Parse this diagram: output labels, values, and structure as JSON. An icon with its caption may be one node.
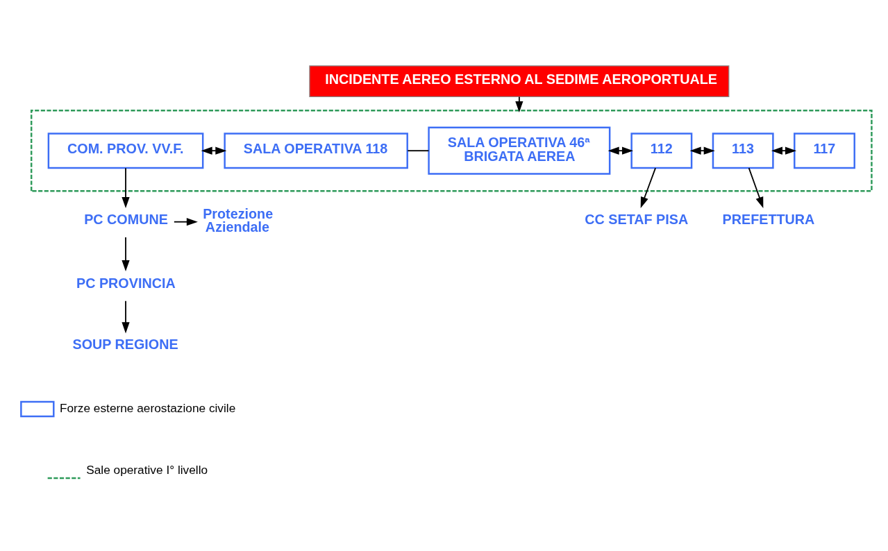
{
  "diagram": {
    "nodes": [
      {
        "text": [
          "INCIDENTE AEREO ESTERNO AL SEDIME AEROPORTUALE"
        ]
      },
      {
        "text": [],
        "shape": "box"
      },
      {
        "text": [
          "COM. PROV. VV.F."
        ],
        "in": 1
      },
      {
        "text": [
          "SALA OPERATIVA 118"
        ],
        "in": 1
      },
      {
        "text": [
          "SALA OPERATIVA 46ª BRIGATA AEREA"
        ],
        "in": 1
      },
      {
        "text": [
          "112"
        ],
        "in": 1
      },
      {
        "text": [
          "113"
        ],
        "in": 1
      },
      {
        "text": [
          "117"
        ],
        "in": 1
      },
      {
        "text": [
          "PC COMUNE"
        ]
      },
      {
        "text": [
          "Protezione Aziendale"
        ]
      },
      {
        "text": [
          "PC PROVINCIA"
        ]
      },
      {
        "text": [
          "SOUP REGIONE"
        ]
      },
      {
        "text": [
          "CC SETAF PISA"
        ]
      },
      {
        "text": [
          "PREFETTURA"
        ]
      }
    ],
    "edges": [
      {
        "from": 0,
        "to": 1,
        "arrow": "to"
      },
      {
        "from": 2,
        "to": 3,
        "arrow": "both"
      },
      {
        "from": 3,
        "to": 4,
        "arrow": "none"
      },
      {
        "from": 4,
        "to": 5,
        "arrow": "both"
      },
      {
        "from": 5,
        "to": 6,
        "arrow": "both"
      },
      {
        "from": 6,
        "to": 7,
        "arrow": "both"
      },
      {
        "from": 2,
        "to": 8,
        "arrow": "to"
      },
      {
        "from": 8,
        "to": 9,
        "arrow": "to"
      },
      {
        "from": 8,
        "to": 10,
        "arrow": "to"
      },
      {
        "from": 10,
        "to": 11,
        "arrow": "to"
      },
      {
        "from": 5,
        "to": 12,
        "arrow": "to"
      },
      {
        "from": 6,
        "to": 13,
        "arrow": "to"
      }
    ],
    "legend": [
      {
        "text": "Forze esterne aerostazione civile"
      },
      {
        "text": "Sale operative I° livello"
      }
    ]
  }
}
